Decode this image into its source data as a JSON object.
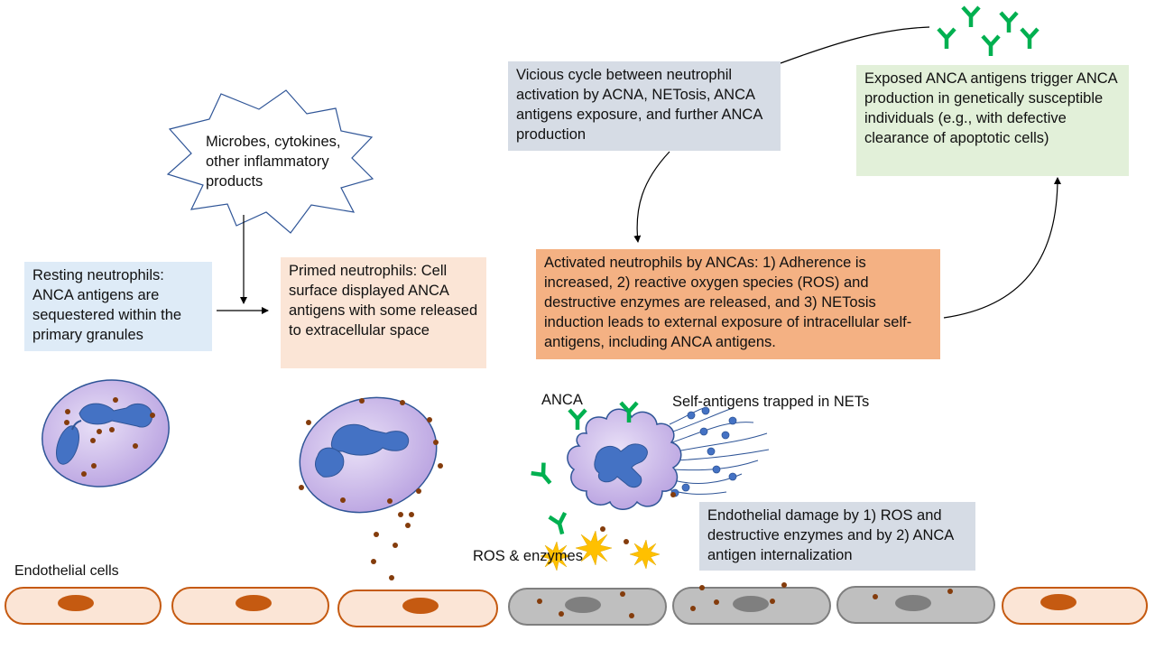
{
  "boxes": {
    "microbes": "Microbes, cytokines, other inflammatory products",
    "resting": "Resting neutrophils: ANCA antigens are sequestered within the primary granules",
    "primed": "Primed neutrophils: Cell surface displayed ANCA antigens with  some released to extracellular space",
    "vicious_cycle": "Vicious cycle between neutrophil activation by ACNA, NETosis, ANCA antigens exposure, and further ANCA production",
    "exposed": "Exposed ANCA antigens trigger ANCA production in  genetically susceptible individuals (e.g., with defective clearance of apoptotic cells)",
    "activated": "Activated neutrophils by ANCAs: 1) Adherence is increased, 2) reactive oxygen species (ROS) and destructive enzymes are released, and 3) NETosis induction leads to external exposure of intracellular self-antigens, including ANCA antigens.",
    "endothelial_damage": "Endothelial damage by 1) ROS and destructive enzymes and by 2) ANCA antigen  internalization"
  },
  "labels": {
    "anca": "ANCA",
    "self_antigens": "Self-antigens trapped in NETs",
    "ros_enzymes": "ROS & enzymes",
    "endothelial_cells": "Endothelial cells"
  },
  "colors": {
    "resting_box": "#deebf7",
    "primed_box": "#fbe5d6",
    "vicious_box": "#d6dce5",
    "exposed_box": "#e2f0d9",
    "activated_box": "#f4b183",
    "damage_box": "#d6dce5",
    "cell_fill": "#c6b3e6",
    "nucleus": "#4472c4",
    "granule": "#843c0c",
    "antibody": "#00b050",
    "ros_burst": "#ffc000",
    "endothelial_fill": "#fbe5d6",
    "endothelial_border": "#c55a11",
    "damaged_fill": "#bfbfbf",
    "damaged_border": "#7f7f7f"
  }
}
